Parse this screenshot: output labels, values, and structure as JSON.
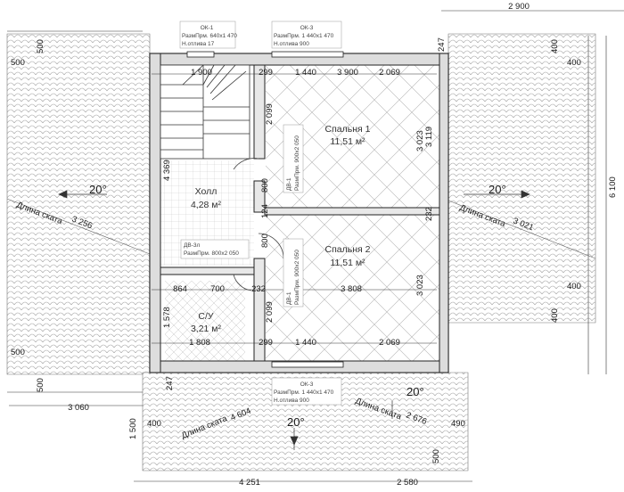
{
  "rooms": {
    "bedroom1": {
      "name": "Спальня 1",
      "area": "11,51 м²"
    },
    "bedroom2": {
      "name": "Спальня 2",
      "area": "11,51 м²"
    },
    "hall": {
      "name": "Холл",
      "area": "4,28 м²"
    },
    "bath": {
      "name": "С/У",
      "area": "3,21 м²"
    }
  },
  "windows": {
    "w_top_left": {
      "type": "ОК-1",
      "size": "РазмПрм. 640x1 470",
      "sill": "Н.отлива 17"
    },
    "w_top_right": {
      "type": "ОК-3",
      "size": "РазмПрм. 1 440x1 470",
      "sill": "Н.отлива 900"
    },
    "w_bottom": {
      "type": "ОК-3",
      "size": "РазмПрм. 1 440x1 470",
      "sill": "Н.отлива 900"
    }
  },
  "doors": {
    "d_bedroom1": {
      "type": "ДВ-1",
      "size": "РазмПрм. 900x2 050"
    },
    "d_bedroom2": {
      "type": "ДВ-1",
      "size": "РазмПрм. 900x2 050"
    },
    "d_bath": {
      "type": "ДВ-3л",
      "size": "РазмПрм. 800x2 050"
    }
  },
  "roof": {
    "slope_label_left": "Длина ската",
    "slope_value_left": "3 256",
    "slope_label_right": "Длина ската",
    "slope_value_right": "3 021",
    "slope_label_bl": "Длина ската",
    "slope_value_bl": "4 604",
    "slope_label_br": "Длина ската",
    "slope_value_br": "2 676",
    "angle_left": "20°",
    "angle_right": "20°",
    "angle_bottom_left": "20°",
    "angle_bottom_right": "20°"
  },
  "dimensions": {
    "top_right_overall": "2 900",
    "top_left_500": "500",
    "left_500_a": "500",
    "left_500_b": "500",
    "left_500_c": "500",
    "top_247": "247",
    "right_400_a": "400",
    "right_400_b": "400",
    "right_400_c": "400",
    "right_400_d": "400",
    "right_6100": "6 100",
    "bottom_3060": "3 060",
    "bottom_4251": "4 251",
    "bottom_2580": "2 580",
    "bottom_1500": "1 500",
    "bottom_400": "400",
    "bottom_490": "490",
    "bottom_500": "500",
    "bottom_247": "247",
    "in_1900": "1 900",
    "in_299_a": "299",
    "in_1440_a": "1 440",
    "in_3900": "3 900",
    "in_2069_a": "2 069",
    "in_2099_a": "2 099",
    "in_3023_a": "3 023",
    "in_3119": "3 119",
    "in_4369": "4 369",
    "in_800_a": "800",
    "in_124": "124",
    "in_800_b": "800",
    "in_232_a": "232",
    "in_864": "864",
    "in_700": "700",
    "in_232_b": "232",
    "in_3808": "3 808",
    "in_2099_b": "2 099",
    "in_3023_b": "3 023",
    "in_1578": "1 578",
    "in_1808": "1 808",
    "in_299_b": "299",
    "in_1440_b": "1 440",
    "in_2069_b": "2 069"
  }
}
